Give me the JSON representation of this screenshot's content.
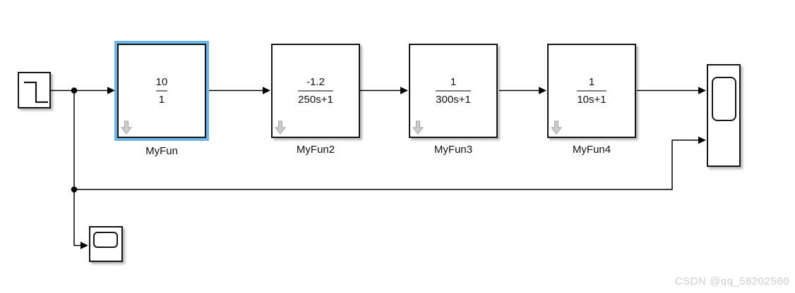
{
  "window": {
    "background": "#ffffff"
  },
  "colors": {
    "selection_highlight": "#6cb5e8",
    "block_border": "#141414",
    "wire": "#000000",
    "fraction_bar": "#7f7f7f",
    "badge_gray": "#cdcdcd",
    "watermark_gray": "#cdcdcd"
  },
  "source_block": {
    "icon": "step-signal-icon"
  },
  "transfer_blocks": [
    {
      "label": "MyFun",
      "numerator": "10",
      "denominator": "1",
      "selected": true,
      "badge_icon": "down-arrow-badge-icon"
    },
    {
      "label": "MyFun2",
      "numerator": "-1.2",
      "denominator": "250s+1",
      "selected": false,
      "badge_icon": "down-arrow-badge-icon"
    },
    {
      "label": "MyFun3",
      "numerator": "1",
      "denominator": "300s+1",
      "selected": false,
      "badge_icon": "down-arrow-badge-icon"
    },
    {
      "label": "MyFun4",
      "numerator": "1",
      "denominator": "10s+1",
      "selected": false,
      "badge_icon": "down-arrow-badge-icon"
    }
  ],
  "scopes": {
    "main": {
      "icon": "scope-display-icon",
      "inputs": 2
    },
    "small": {
      "icon": "scope-display-icon",
      "inputs": 1
    }
  },
  "watermark": {
    "text": "CSDN @qq_58202560"
  }
}
